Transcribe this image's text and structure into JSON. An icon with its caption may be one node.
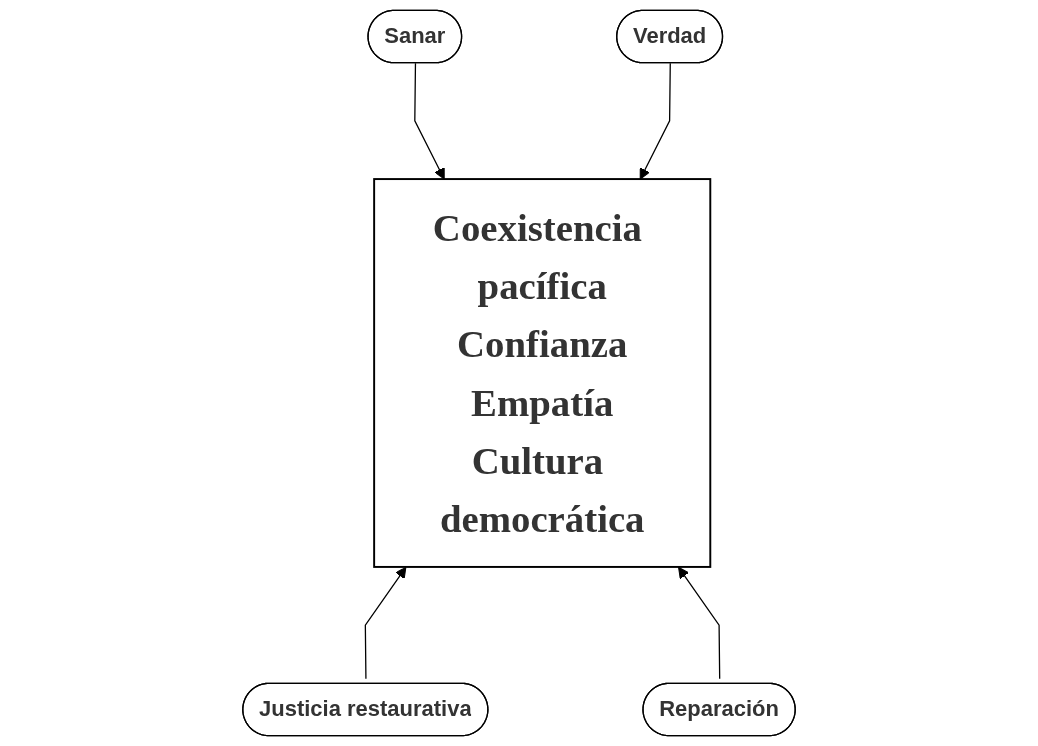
{
  "diagram": {
    "nodes": [
      {
        "text": [
          "Sanar"
        ]
      },
      {
        "text": [
          "Verdad"
        ]
      },
      {
        "text": [
          "Coexistencia pacífica",
          "Confianza",
          "Empatía",
          "Cultura democrática"
        ]
      },
      {
        "text": [
          "Justicia restaurativa"
        ]
      },
      {
        "text": [
          "Reparación"
        ]
      }
    ],
    "edges": [
      {
        "from": 0,
        "to": 2,
        "arrow": "to"
      },
      {
        "from": 1,
        "to": 2,
        "arrow": "to"
      },
      {
        "from": 3,
        "to": 2,
        "arrow": "to"
      },
      {
        "from": 4,
        "to": 2,
        "arrow": "to"
      }
    ]
  }
}
